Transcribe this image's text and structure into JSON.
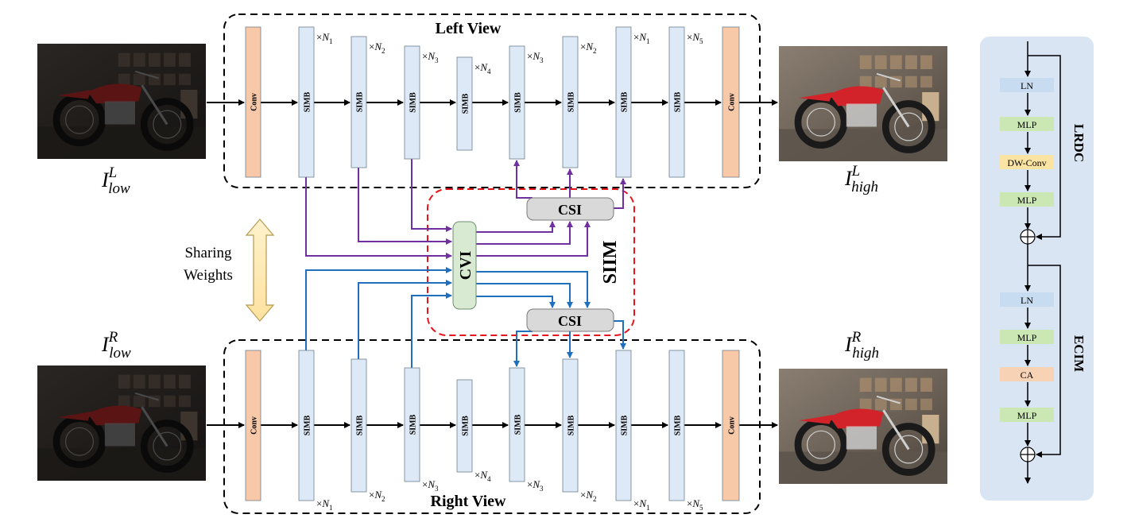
{
  "colors": {
    "conv_fill": "#f7c9a8",
    "simb_fill": "#dde9f6",
    "cvi_fill": "#d9ead3",
    "csi_fill": "#d9d9d9",
    "ln_fill": "#c7dcf0",
    "mlp_fill": "#cbe8b4",
    "dwconv_fill": "#fbe3a3",
    "ca_fill": "#f8d2b4",
    "side_panel": "#dae5f3",
    "purple": "#7030a0",
    "blue": "#1f6fbf",
    "red_dash": "#e8141c"
  },
  "labels": {
    "left_view": "Left View",
    "right_view": "Right View",
    "sharing": "Sharing",
    "weights": "Weights",
    "conv": "Conv",
    "simb": "SIMB",
    "cvi": "CVI",
    "csi": "CSI",
    "siim": "SIIM",
    "lrdc": "LRDC",
    "ecim": "ECIM",
    "ln": "LN",
    "mlp": "MLP",
    "dwconv": "DW-Conv",
    "ca": "CA"
  },
  "repeats": [
    "×N1",
    "×N2",
    "×N3",
    "×N4",
    "×N3",
    "×N2",
    "×N1",
    "×N5"
  ],
  "repeat_parts": [
    {
      "base": "N",
      "sub": "1"
    },
    {
      "base": "N",
      "sub": "2"
    },
    {
      "base": "N",
      "sub": "3"
    },
    {
      "base": "N",
      "sub": "4"
    },
    {
      "base": "N",
      "sub": "3"
    },
    {
      "base": "N",
      "sub": "2"
    },
    {
      "base": "N",
      "sub": "1"
    },
    {
      "base": "N",
      "sub": "5"
    }
  ],
  "images": {
    "low_left": {
      "base": "I",
      "sub": "low",
      "sup": "L"
    },
    "low_right": {
      "base": "I",
      "sub": "low",
      "sup": "R"
    },
    "high_left": {
      "base": "I",
      "sub": "high",
      "sup": "L"
    },
    "high_right": {
      "base": "I",
      "sub": "high",
      "sup": "R"
    }
  }
}
